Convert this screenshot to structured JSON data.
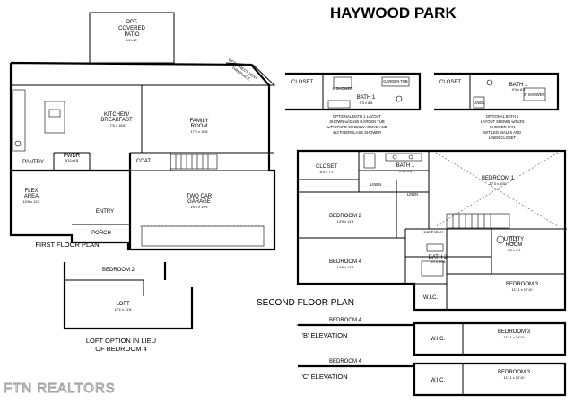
{
  "title": "HAYWOOD PARK",
  "watermark": "FTN REALTORS",
  "first_floor": {
    "caption": "FIRST FLOOR PLAN",
    "rooms": {
      "patio": {
        "name": "OPT. COVERED PATIO",
        "line1": "OPT.",
        "line2": "COVERED",
        "line3": "PATIO",
        "dim": "10'x10'"
      },
      "fireplace": {
        "line1": "OPT. DIRECT VENT",
        "line2": "FIREPLACE"
      },
      "kitchen": {
        "line1": "KITCHEN/",
        "line2": "BREAKFAST",
        "dim": "17'6 x 16'8"
      },
      "family": {
        "line1": "FAMILY",
        "line2": "ROOM",
        "dim": "17'6 x 16'8"
      },
      "pantry": {
        "name": "PANTRY"
      },
      "pwdr": {
        "name": "PWDR",
        "dim": "5'11x5'8"
      },
      "coat": {
        "name": "COAT"
      },
      "flex": {
        "line1": "FLEX",
        "line2": "AREA",
        "dim": "10'8 x 12'2"
      },
      "garage": {
        "line1": "TWO CAR",
        "line2": "GARAGE",
        "dim": "19'5 x 19'9"
      },
      "entry": {
        "name": "ENTRY"
      },
      "porch": {
        "name": "PORCH"
      }
    }
  },
  "loft_option": {
    "bedroom": "BEDROOM 2",
    "loft": "LOFT",
    "loft_dim": "17'1 x 11'8",
    "caption_line1": "LOFT OPTION IN LIEU",
    "caption_line2": "OF BEDROOM 4"
  },
  "opt_bath_a": {
    "closet": "CLOSET",
    "bath": "BATH 1",
    "dim": "9'3 x 8'8",
    "tub": "GARDEN TUB",
    "shower": "4' SHOWER",
    "caption_line1": "OPTIONAL BATH 1 LAYOUT",
    "caption_line2": "SHOWN w/42x60 GARDEN TUB",
    "caption_line3": "w/PICTURE WINDOW ABOVE AND",
    "caption_line4": "4x3 FIBERGLASS SHOWER"
  },
  "opt_bath_b": {
    "closet": "CLOSET",
    "bath": "BATH 1",
    "dim": "9'3 x 8'8",
    "shower": "5' SHOWER",
    "linen": "LINEN",
    "caption_line1": "OPTIONAL BATH 1",
    "caption_line2": "LAYOUT SHOWN w/5x3'6",
    "caption_line3": "SHOWER PAN",
    "caption_line4": "W/TILED WALLS AND",
    "caption_line5": "LINEN CLOSET"
  },
  "second_floor": {
    "caption": "SECOND FLOOR PLAN",
    "rooms": {
      "closet": {
        "name": "CLOSET",
        "dim": "6'4 x 7'1"
      },
      "bath1": {
        "name": "BATH 1",
        "dim": "9'3 x 8'8"
      },
      "linen1": {
        "name": "LINEN"
      },
      "linen2": {
        "name": "LINEN"
      },
      "bedroom1": {
        "name": "BEDROOM 1",
        "dim": "17'3 x 15'9"
      },
      "bedroom2": {
        "name": "BEDROOM 2",
        "dim": "13'9 x 11'8"
      },
      "bedroom4": {
        "name": "BEDROOM 4",
        "dim": "14'9 x 11'8"
      },
      "bath2": {
        "name": "BATH 2",
        "dim": "5'0 x 10'8"
      },
      "utility": {
        "line1": "UTILITY",
        "line2": "ROOM",
        "dim": "6'5 x 6'4"
      },
      "wic": {
        "name": "W.I.C."
      },
      "bedroom3": {
        "name": "BEDROOM 3",
        "dim": "11'11 x 12'10"
      },
      "half_wall": "HALF WALL"
    }
  },
  "elevation_b": {
    "caption": "'B' ELEVATION",
    "bedroom4": "BEDROOM 4",
    "wic": "W.I.C.",
    "bedroom3": "BEDROOM 3",
    "dim": "11'11 x 14'10"
  },
  "elevation_c": {
    "caption": "'C' ELEVATION",
    "bedroom4": "BEDROOM 4",
    "wic": "W.I.C.",
    "bedroom3": "BEDROOM 3",
    "dim": "11'11 x 12'10"
  }
}
